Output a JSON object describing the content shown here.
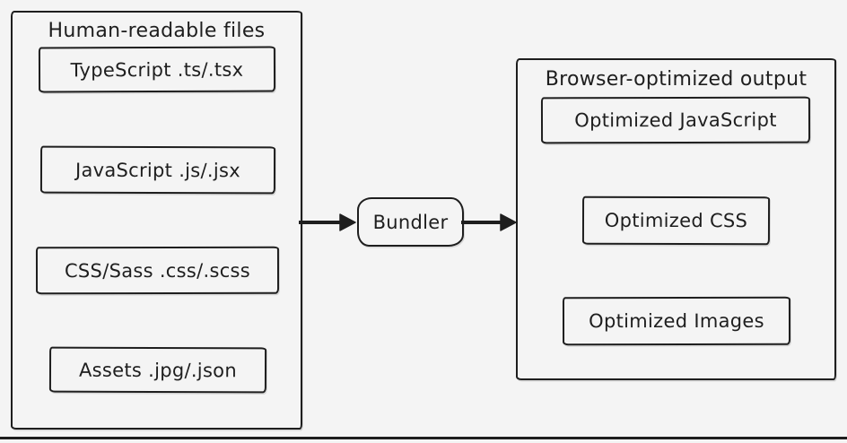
{
  "theme": {
    "background": "#f4f4f4",
    "stroke": "#1e1e1e"
  },
  "icons": {
    "input_arrow": "arrow-right",
    "output_arrow": "arrow-right"
  },
  "left_panel": {
    "title": "Human-readable files",
    "items": [
      {
        "label": "TypeScript .ts/.tsx"
      },
      {
        "label": "JavaScript .js/.jsx"
      },
      {
        "label": "CSS/Sass .css/.scss"
      },
      {
        "label": "Assets .jpg/.json"
      }
    ]
  },
  "bundler": {
    "label": "Bundler"
  },
  "right_panel": {
    "title": "Browser-optimized output",
    "items": [
      {
        "label": "Optimized JavaScript"
      },
      {
        "label": "Optimized CSS"
      },
      {
        "label": "Optimized Images"
      }
    ]
  }
}
